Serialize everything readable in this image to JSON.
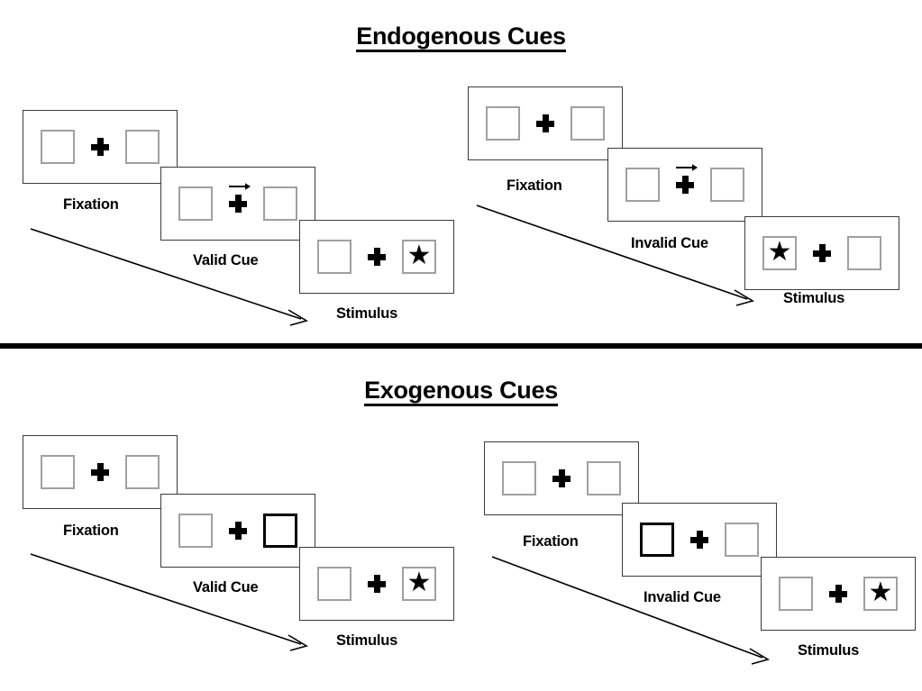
{
  "sections": [
    {
      "id": "endogenous",
      "title": "Endogenous Cues",
      "columns": [
        {
          "id": "endogenous-valid",
          "frames": [
            {
              "stage_label": "Fixation",
              "left_box": "empty",
              "right_box": "empty",
              "cue": "none"
            },
            {
              "stage_label": "Valid Cue",
              "left_box": "empty",
              "right_box": "empty",
              "cue": "arrow-right"
            },
            {
              "stage_label": "Stimulus",
              "left_box": "empty",
              "right_box": "star",
              "cue": "none"
            }
          ]
        },
        {
          "id": "endogenous-invalid",
          "frames": [
            {
              "stage_label": "Fixation",
              "left_box": "empty",
              "right_box": "empty",
              "cue": "none"
            },
            {
              "stage_label": "Invalid Cue",
              "left_box": "empty",
              "right_box": "empty",
              "cue": "arrow-right"
            },
            {
              "stage_label": "Stimulus",
              "left_box": "star",
              "right_box": "empty",
              "cue": "none"
            }
          ]
        }
      ]
    },
    {
      "id": "exogenous",
      "title": "Exogenous Cues",
      "columns": [
        {
          "id": "exogenous-valid",
          "frames": [
            {
              "stage_label": "Fixation",
              "left_box": "empty",
              "right_box": "empty",
              "cue": "none"
            },
            {
              "stage_label": "Valid Cue",
              "left_box": "empty",
              "right_box": "highlighted",
              "cue": "none"
            },
            {
              "stage_label": "Stimulus",
              "left_box": "empty",
              "right_box": "star",
              "cue": "none"
            }
          ]
        },
        {
          "id": "exogenous-invalid",
          "frames": [
            {
              "stage_label": "Fixation",
              "left_box": "empty",
              "right_box": "empty",
              "cue": "none"
            },
            {
              "stage_label": "Invalid Cue",
              "left_box": "highlighted",
              "right_box": "empty",
              "cue": "none"
            },
            {
              "stage_label": "Stimulus",
              "left_box": "empty",
              "right_box": "star",
              "cue": "none"
            }
          ]
        }
      ]
    }
  ],
  "glyphs": {
    "star": "★"
  },
  "colors": {
    "frame_border": "#3b3b3b",
    "box_border": "#a0a0a0",
    "box_border_cued": "#000000",
    "ink": "#000000",
    "background": "#ffffff"
  }
}
